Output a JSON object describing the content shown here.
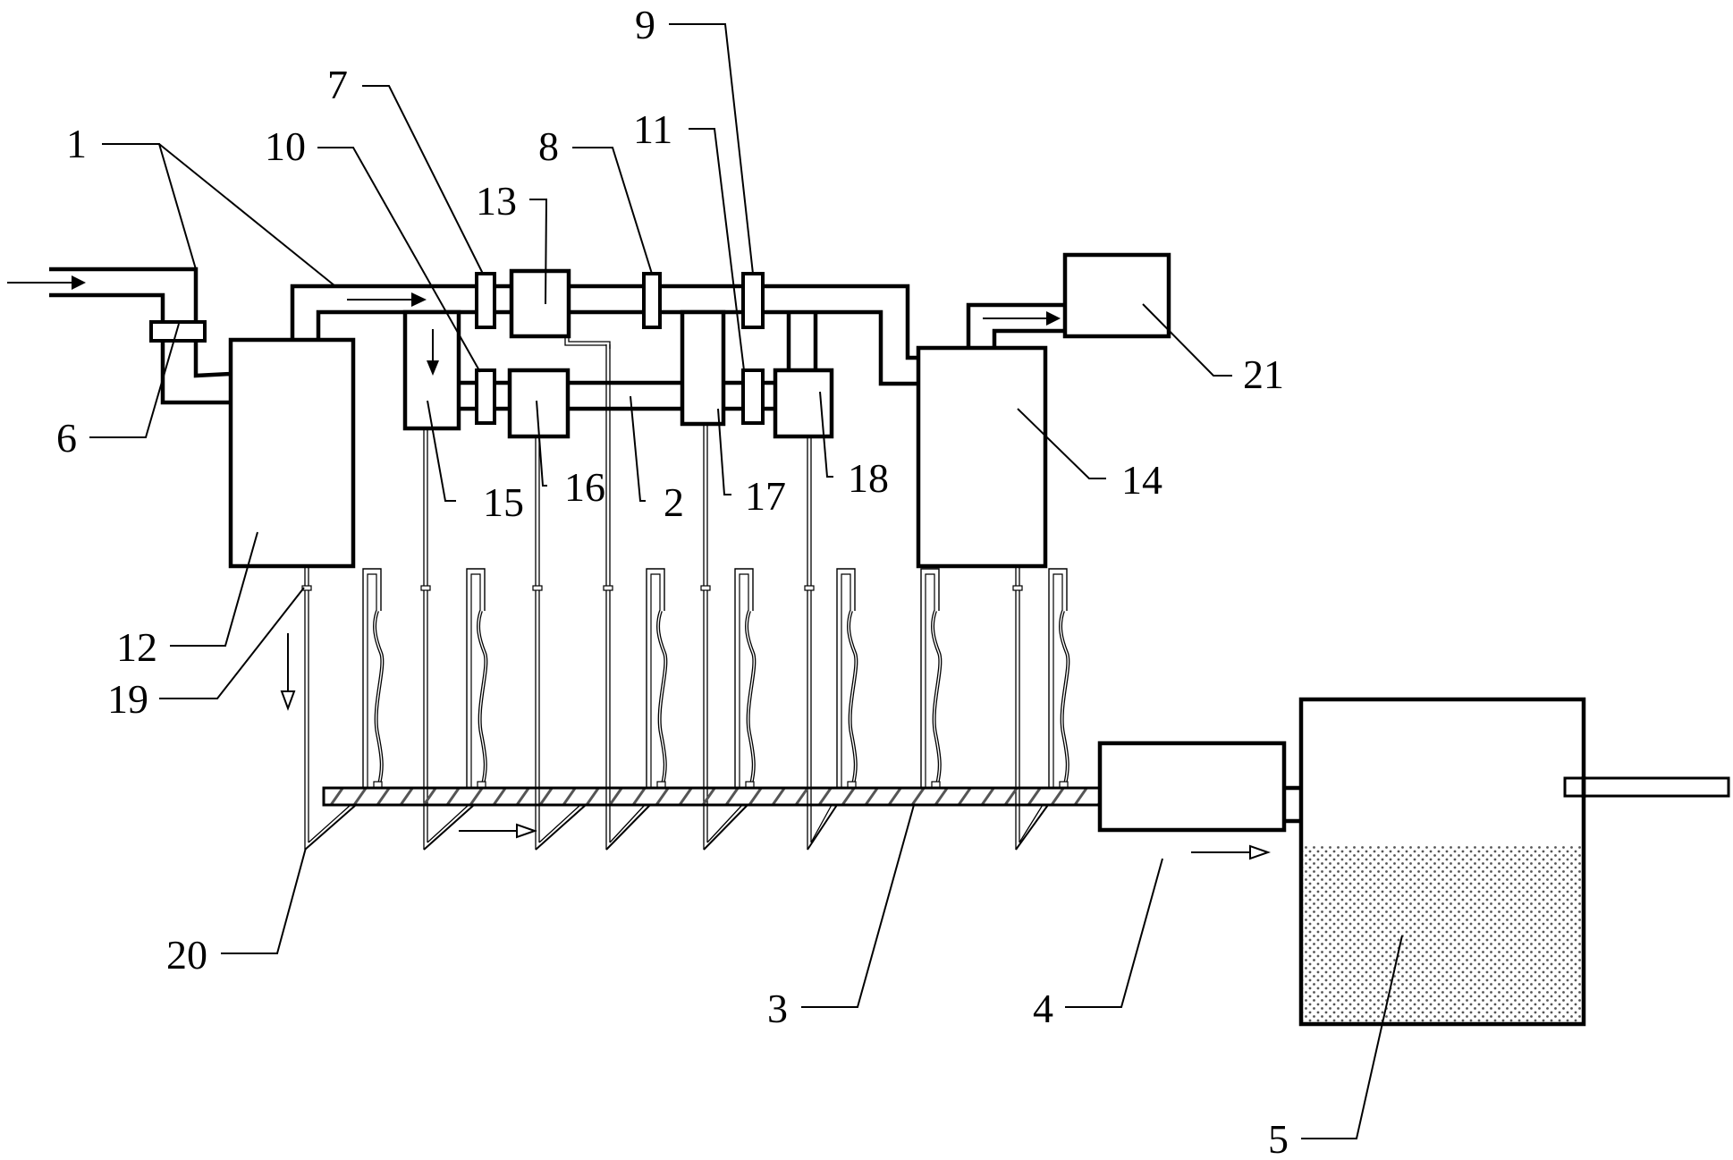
{
  "figure": {
    "type": "process schematic",
    "components": [
      {
        "id": "inlet-pipe",
        "label": "1"
      },
      {
        "id": "upper-manifold",
        "label": "1"
      },
      {
        "id": "lower-manifold",
        "label": "2"
      },
      {
        "id": "conveyor",
        "label": "3"
      },
      {
        "id": "outlet-unit",
        "label": "4"
      },
      {
        "id": "collection-tank",
        "label": "5"
      },
      {
        "id": "inlet-valve",
        "label": "6"
      },
      {
        "id": "upper-valve-a",
        "label": "7"
      },
      {
        "id": "upper-valve-b",
        "label": "8"
      },
      {
        "id": "upper-valve-c",
        "label": "9"
      },
      {
        "id": "lower-valve-a",
        "label": "10"
      },
      {
        "id": "lower-valve-b",
        "label": "11"
      },
      {
        "id": "first-chamber",
        "label": "12"
      },
      {
        "id": "upper-unit",
        "label": "13"
      },
      {
        "id": "end-chamber",
        "label": "14"
      },
      {
        "id": "branch-unit-a",
        "label": "15"
      },
      {
        "id": "lower-unit-a",
        "label": "16"
      },
      {
        "id": "branch-unit-b",
        "label": "17"
      },
      {
        "id": "lower-unit-b",
        "label": "18"
      },
      {
        "id": "capillary-connector",
        "label": "19"
      },
      {
        "id": "nozzle-probe",
        "label": "20"
      },
      {
        "id": "exhaust-unit",
        "label": "21"
      }
    ],
    "flow_arrows": [
      {
        "id": "inlet-flow",
        "direction": "right",
        "style": "filled"
      },
      {
        "id": "manifold-flow",
        "direction": "right",
        "style": "filled"
      },
      {
        "id": "branch-flow",
        "direction": "down",
        "style": "filled"
      },
      {
        "id": "exhaust-flow",
        "direction": "right",
        "style": "filled"
      },
      {
        "id": "drop-flow",
        "direction": "down",
        "style": "hollow"
      },
      {
        "id": "conveyor-flow",
        "direction": "right",
        "style": "hollow"
      },
      {
        "id": "discharge-flow",
        "direction": "right",
        "style": "hollow"
      }
    ],
    "heater_count": 7,
    "probe_count": 7
  },
  "labels": {
    "l1": "1",
    "l2": "2",
    "l3": "3",
    "l4": "4",
    "l5": "5",
    "l6": "6",
    "l7": "7",
    "l8": "8",
    "l9": "9",
    "l10": "10",
    "l11": "11",
    "l12": "12",
    "l13": "13",
    "l14": "14",
    "l15": "15",
    "l16": "16",
    "l17": "17",
    "l18": "18",
    "l19": "19",
    "l20": "20",
    "l21": "21"
  }
}
